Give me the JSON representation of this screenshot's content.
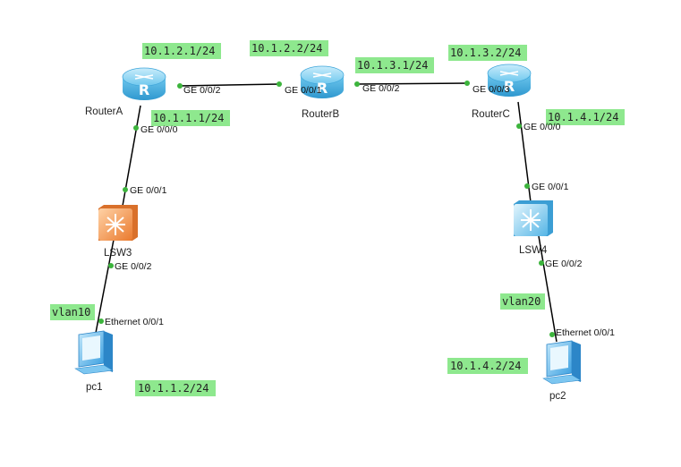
{
  "devices": {
    "routerA": "RouterA",
    "routerB": "RouterB",
    "routerC": "RouterC",
    "lsw3": "LSW3",
    "lsw4": "LSW4",
    "pc1": "pc1",
    "pc2": "pc2"
  },
  "ports": {
    "ra_ge002": "GE 0/0/2",
    "rb_ge001": "GE 0/0/1",
    "rb_ge002": "GE 0/0/2",
    "rc_ge003": "GE 0/0/3",
    "ra_ge000": "GE 0/0/0",
    "lsw3_ge001": "GE 0/0/1",
    "lsw3_ge002": "GE 0/0/2",
    "pc1_eth": "Ethernet 0/0/1",
    "rc_ge000": "GE 0/0/0",
    "lsw4_ge001": "GE 0/0/1",
    "lsw4_ge002": "GE 0/0/2",
    "pc2_eth": "Ethernet 0/0/1"
  },
  "ip_labels": {
    "ra_ge002": "10.1.2.1/24",
    "rb_ge001": "10.1.2.2/24",
    "rb_ge002": "10.1.3.1/24",
    "rc_ge003": "10.1.3.2/24",
    "ra_ge000": "10.1.1.1/24",
    "rc_ge000": "10.1.4.1/24",
    "vlan10": "vlan10",
    "vlan20": "vlan20",
    "pc1": "10.1.1.2/24",
    "pc2": "10.1.4.2/24"
  },
  "colors": {
    "label_bg": "#8ee88e",
    "link": "#000000",
    "port_dot": "#3cb43c",
    "router": "#6fc8ee",
    "switch_l3": "#f39a50",
    "switch_l2": "#7ccbf0",
    "pc": "#5ab4ee"
  }
}
